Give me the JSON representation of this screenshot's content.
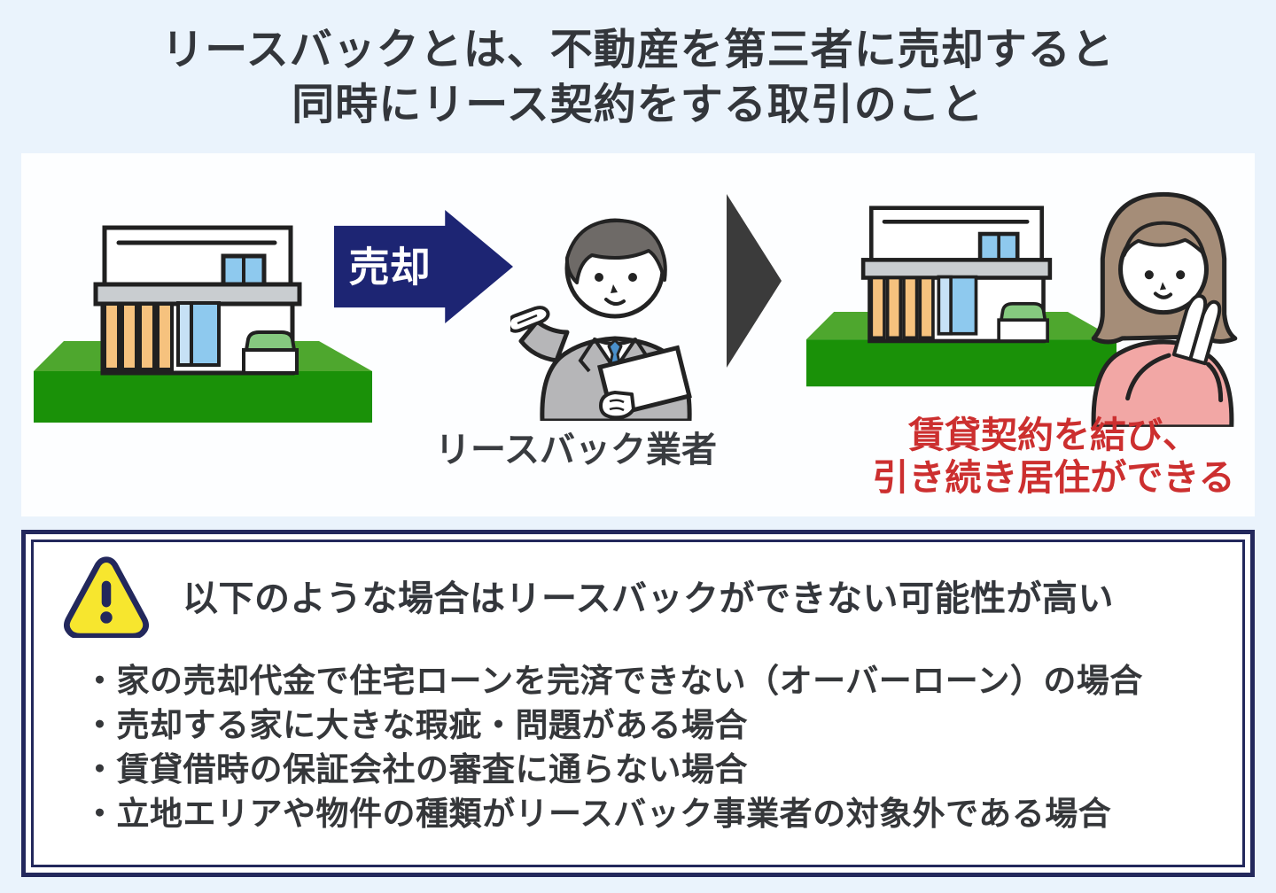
{
  "page": {
    "title_line1": "リースバックとは、不動産を第三者に売却すると",
    "title_line2": "同時にリース契約をする取引のこと"
  },
  "diagram": {
    "sale_arrow_label": "売却",
    "agent_label": "リースバック業者",
    "result_caption_line1": "賃貸契約を結び、",
    "result_caption_line2": "引き続き居住ができる",
    "icons": [
      "house-icon",
      "agent-icon",
      "forward-arrow-icon",
      "house-icon",
      "resident-icon"
    ]
  },
  "warning": {
    "icon": "warning-triangle-icon",
    "heading": "以下のような場合はリースバックができない可能性が高い",
    "items": [
      "・家の売却代金で住宅ローンを完済できない（オーバーローン）の場合",
      "・売却する家に大きな瑕疵・問題がある場合",
      "・賃貸借時の保証会社の審査に通らない場合",
      "・立地エリアや物件の種類がリースバック事業者の対象外である場合"
    ]
  },
  "colors": {
    "page_background": "#eaf3fc",
    "panel_background": "#fdfeff",
    "title_text": "#33363b",
    "sale_arrow": "#1d2573",
    "forward_triangle": "#3b3b3b",
    "result_caption_red": "#cc2f2f",
    "warning_border_navy": "#23285c",
    "warning_icon_yellow": "#f7e62e",
    "grass_top_green": "#4ea72e",
    "grass_front_green": "#1a9108",
    "house_slat_orange": "#f6c27e",
    "window_blue": "#8ec9ee",
    "suit_gray": "#b6b6b8",
    "tie_blue": "#4a90cc",
    "sweater_pink": "#f2a7a5",
    "hair_brown": "#a58d78"
  }
}
